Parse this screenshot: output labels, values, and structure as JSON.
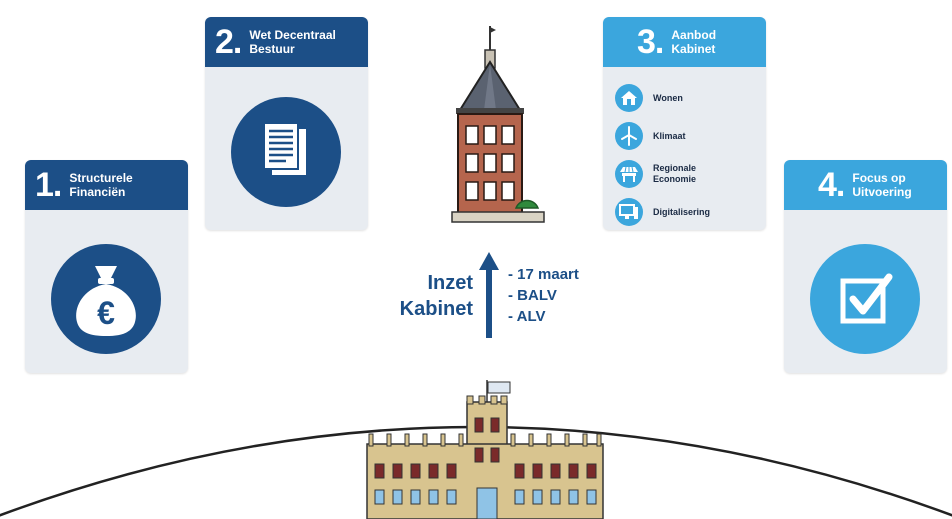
{
  "cards": [
    {
      "number": "1.",
      "title": "Structurele\nFinanciën",
      "icon": "money-bag-euro-icon"
    },
    {
      "number": "2.",
      "title": "Wet Decentraal\nBestuur",
      "icon": "documents-icon"
    },
    {
      "number": "3.",
      "title": "Aanbod\nKabinet",
      "icon": "list-icon"
    },
    {
      "number": "4.",
      "title": "Focus op\nUitvoering",
      "icon": "checkbox-icon"
    }
  ],
  "offer_items": [
    {
      "label": "Wonen",
      "icon": "house-icon"
    },
    {
      "label": "Klimaat",
      "icon": "wind-turbine-icon"
    },
    {
      "label": "Regionale\nEconomie",
      "icon": "market-stall-icon"
    },
    {
      "label": "Digitalisering",
      "icon": "computer-icon"
    }
  ],
  "inzet_label": "Inzet\nKabinet",
  "steps": [
    "- 17 maart",
    "- BALV",
    "- ALV"
  ],
  "colors": {
    "dark_blue": "#1c4f87",
    "light_blue": "#3ba6dd",
    "card_bg": "#e8ecf1"
  }
}
